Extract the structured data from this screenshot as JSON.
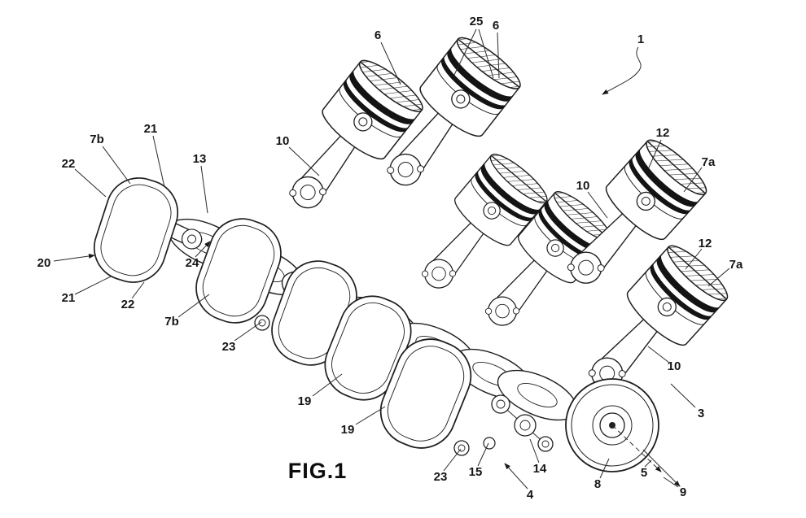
{
  "figure": {
    "caption": "FIG.1"
  },
  "colors": {
    "ink": "#1f1f1f",
    "paper": "#ffffff"
  },
  "labels": [
    {
      "id": "ref-25",
      "text": "25"
    },
    {
      "id": "ref-6-left",
      "text": "6"
    },
    {
      "id": "ref-6-right",
      "text": "6"
    },
    {
      "id": "ref-1",
      "text": "1"
    },
    {
      "id": "ref-7b-upper",
      "text": "7b"
    },
    {
      "id": "ref-21-upper",
      "text": "21"
    },
    {
      "id": "ref-22-upper",
      "text": "22"
    },
    {
      "id": "ref-13",
      "text": "13"
    },
    {
      "id": "ref-10-upper",
      "text": "10"
    },
    {
      "id": "ref-12-upper",
      "text": "12"
    },
    {
      "id": "ref-7a-upper",
      "text": "7a"
    },
    {
      "id": "ref-20",
      "text": "20"
    },
    {
      "id": "ref-24",
      "text": "24"
    },
    {
      "id": "ref-21-lower",
      "text": "21"
    },
    {
      "id": "ref-22-lower",
      "text": "22"
    },
    {
      "id": "ref-7b-lower",
      "text": "7b"
    },
    {
      "id": "ref-23-left",
      "text": "23"
    },
    {
      "id": "ref-10-right",
      "text": "10"
    },
    {
      "id": "ref-12-lower",
      "text": "12"
    },
    {
      "id": "ref-7a-lower",
      "text": "7a"
    },
    {
      "id": "ref-19-upper",
      "text": "19"
    },
    {
      "id": "ref-19-lower",
      "text": "19"
    },
    {
      "id": "ref-10-bottom",
      "text": "10"
    },
    {
      "id": "ref-3",
      "text": "3"
    },
    {
      "id": "ref-23-bottom",
      "text": "23"
    },
    {
      "id": "ref-15",
      "text": "15"
    },
    {
      "id": "ref-14",
      "text": "14"
    },
    {
      "id": "ref-8",
      "text": "8"
    },
    {
      "id": "ref-5",
      "text": "5"
    },
    {
      "id": "ref-9",
      "text": "9"
    },
    {
      "id": "ref-4",
      "text": "4"
    }
  ]
}
